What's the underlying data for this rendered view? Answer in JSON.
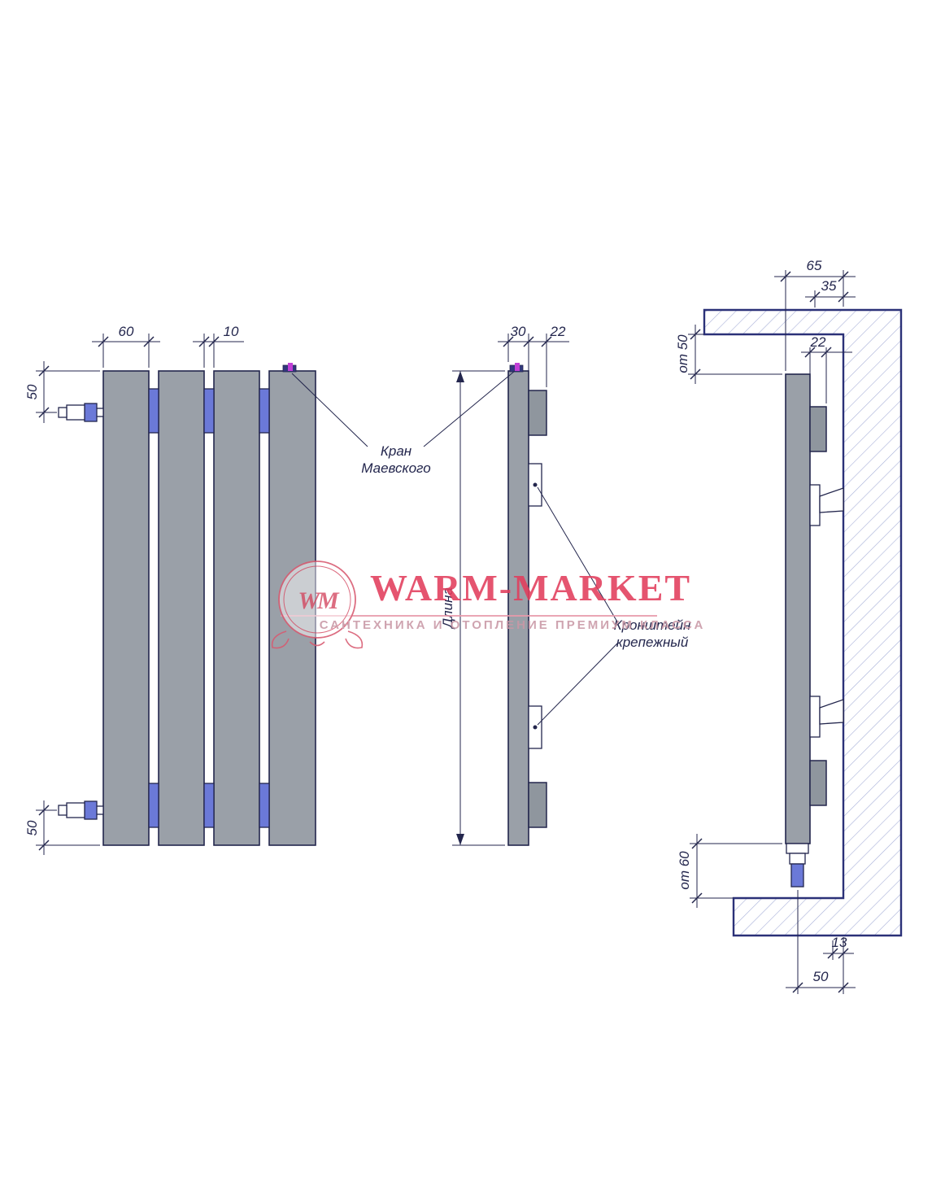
{
  "watermark": {
    "logo_monogram": "WM",
    "brand": "WARM-MARKET",
    "tagline": "САНТЕХНИКА И ОТОПЛЕНИЕ ПРЕМИУМ КЛАССА"
  },
  "annotations": {
    "valve_line1": "Кран",
    "valve_line2": "Маевского",
    "bracket_line1": "Кронштейн",
    "bracket_line2": "крепежный"
  },
  "front_view": {
    "dims": {
      "panel_width": "60",
      "panel_gap": "10",
      "top_pipe_offset": "50",
      "bottom_pipe_offset": "50"
    }
  },
  "side_view": {
    "dims": {
      "depth": "30",
      "bracket_depth": "22",
      "length_label": "Длина"
    }
  },
  "section_view": {
    "dims": {
      "total_depth": "65",
      "bracket_offset": "35",
      "block_thickness": "22",
      "top_clearance": "от 50",
      "bottom_clearance": "от 60",
      "gap": "13",
      "pipe_offset": "50"
    }
  },
  "colors": {
    "line": "#23264d",
    "panel_gray": "#9aa0a8",
    "accent_blue": "#6b79d8",
    "wall_outline": "#2b3178",
    "hatch": "#a8b0d8",
    "brand_red": "#e23d5c",
    "tagline_pink": "#c998a6",
    "valve_magenta": "#c13ed6"
  }
}
